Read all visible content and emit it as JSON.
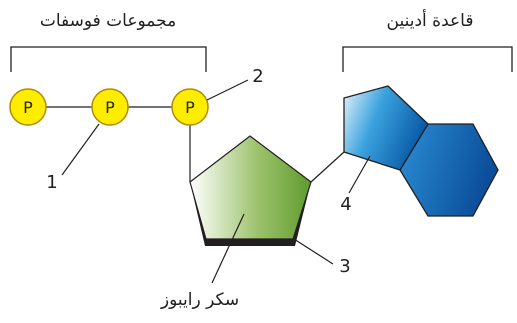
{
  "labels": {
    "phosphate_groups": "مجموعات فوسفات",
    "adenine_base": "قاعدة أدينين",
    "ribose_sugar": "سكر رايبوز"
  },
  "callouts": [
    "1",
    "2",
    "3",
    "4"
  ],
  "phosphate_symbol": "P",
  "colors": {
    "phosphate_fill": "#ffed00",
    "phosphate_outline": "#b08a00",
    "sugar_green": "#6aa632",
    "base_blue": "#1e6fc0",
    "lines": "#231f20"
  }
}
